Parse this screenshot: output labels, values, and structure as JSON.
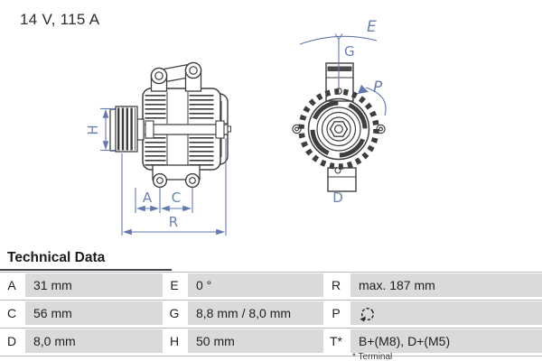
{
  "title": "14 V, 115 A",
  "diagram": {
    "labels": {
      "H": "H",
      "A": "A",
      "C": "C",
      "R": "R",
      "E": "E",
      "G": "G",
      "P": "P",
      "D": "D"
    },
    "views": [
      "side-view",
      "front-view"
    ]
  },
  "icons": {
    "rotation_direction": "rotation-clockwise-icon"
  },
  "table": {
    "heading": "Technical Data",
    "rows": [
      {
        "cells": [
          {
            "k": "A",
            "v": "31 mm"
          },
          {
            "k": "E",
            "v": "0 °"
          },
          {
            "k": "R",
            "v": "max. 187 mm"
          }
        ]
      },
      {
        "cells": [
          {
            "k": "C",
            "v": "56 mm"
          },
          {
            "k": "G",
            "v": "8,8 mm / 8,0 mm"
          },
          {
            "k": "P",
            "v": ""
          }
        ]
      },
      {
        "cells": [
          {
            "k": "D",
            "v": "8,0 mm"
          },
          {
            "k": "H",
            "v": "50 mm"
          },
          {
            "k": "T*",
            "v": "B+(M8), D+(M5)"
          }
        ]
      }
    ],
    "footnote": "* Terminal"
  },
  "colors": {
    "dimension_blue": "#6379ac",
    "outline_gray": "#3e3e3e",
    "row_background": "#dadadc"
  }
}
